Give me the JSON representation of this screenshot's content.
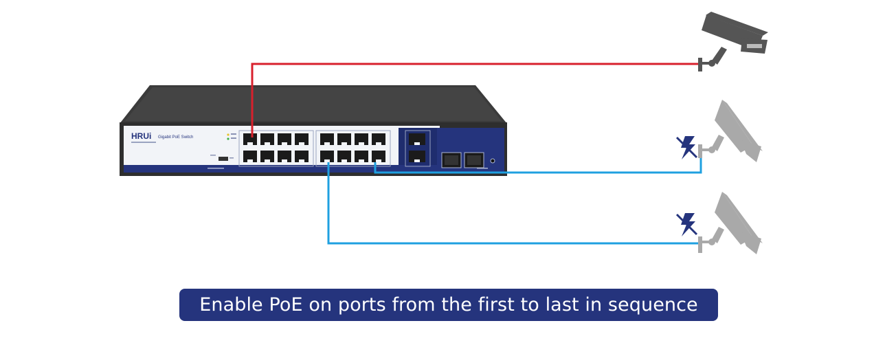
{
  "switch": {
    "brand": "HRUi",
    "model": "Gigabit PoE Switch"
  },
  "cameras": [
    {
      "status": "powered",
      "icon": "cctv-camera-icon",
      "cable_color": "#d8202c"
    },
    {
      "status": "unpowered",
      "icon": "cctv-camera-icon",
      "cable_color": "#1fa0e0",
      "indicator": "no-power-icon"
    },
    {
      "status": "unpowered",
      "icon": "cctv-camera-icon",
      "cable_color": "#1fa0e0",
      "indicator": "no-power-icon"
    }
  ],
  "caption": "Enable PoE on ports from the first to last in sequence",
  "colors": {
    "switch_body": "#3a3a3a",
    "switch_panel": "#f2f4f8",
    "accent_blue": "#25347d",
    "powered_cable": "#d8202c",
    "unpowered_cable": "#1fa0e0",
    "powered_camera": "#555555",
    "unpowered_camera": "#a9a9a9"
  }
}
